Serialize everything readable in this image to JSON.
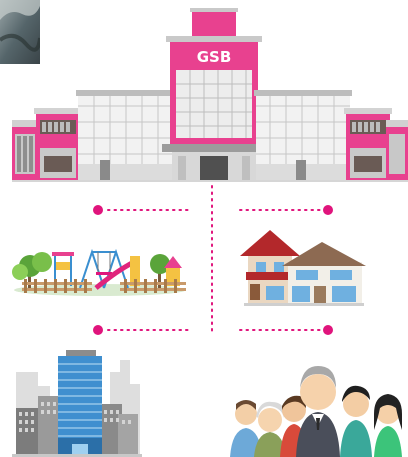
{
  "bank": {
    "sign": "GSB",
    "brand_color": "#e8418f",
    "accent_pink": "#e0147c"
  },
  "icons": [
    "photo-fragment",
    "bank-building-icon",
    "playground-icon",
    "houses-icon",
    "city-skyline-icon",
    "people-group-icon"
  ],
  "connector": {
    "style": "dotted",
    "color": "#e0147c"
  }
}
